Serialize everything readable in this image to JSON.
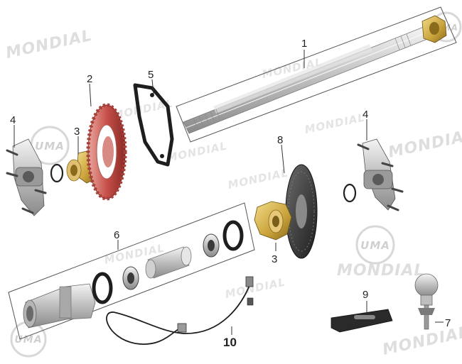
{
  "watermark": {
    "brand": "MONDIAL",
    "logo": "UMA"
  },
  "callouts": {
    "c1": "1",
    "c2": "2",
    "c3a": "3",
    "c3b": "3",
    "c4a": "4",
    "c4b": "4",
    "c5": "5",
    "c6": "6",
    "c7": "7",
    "c8": "8",
    "c9": "9",
    "c10": "10"
  },
  "colors": {
    "steel": "#c8c8c8",
    "brass": "#c9a23a",
    "sprocket_red": "#c8504a",
    "dark": "#2a2a2a"
  }
}
